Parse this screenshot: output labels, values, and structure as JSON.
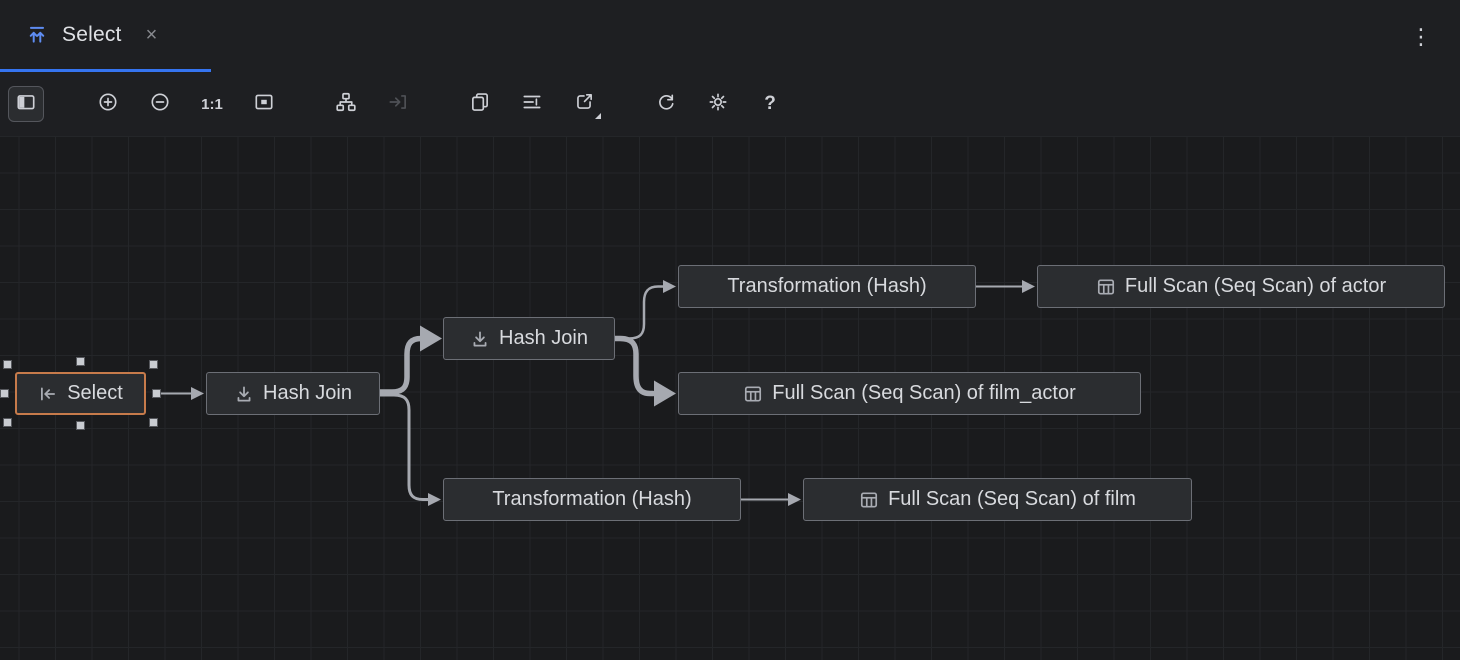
{
  "tab_bar": {
    "active_tab": {
      "label": "Select",
      "icon": "execution-plan-icon"
    },
    "close_label": "×",
    "overflow_menu": "⋮"
  },
  "toolbar": {
    "items": [
      {
        "name": "toggle-details-panel",
        "icon": "panel-left-icon",
        "active": true
      },
      {
        "name": "zoom-in",
        "icon": "zoom-in-icon"
      },
      {
        "name": "zoom-out",
        "icon": "zoom-out-icon"
      },
      {
        "name": "actual-size",
        "label": "1:1"
      },
      {
        "name": "fit-content",
        "icon": "fit-content-icon"
      },
      {
        "name": "apply-layout",
        "icon": "hierarchy-layout-icon"
      },
      {
        "name": "scroll-to-selection",
        "icon": "scroll-into-view-icon",
        "disabled": true
      },
      {
        "name": "copy-diagram",
        "icon": "copy-icon"
      },
      {
        "name": "show-plan-details",
        "icon": "list-icon"
      },
      {
        "name": "export-diagram",
        "icon": "export-icon",
        "has_dropdown": true
      },
      {
        "name": "refresh",
        "icon": "refresh-icon"
      },
      {
        "name": "settings",
        "icon": "gear-icon"
      },
      {
        "name": "help",
        "label": "?"
      }
    ]
  },
  "diagram": {
    "nodes": [
      {
        "id": "select",
        "label": "Select",
        "icon": "select-icon",
        "selected": true
      },
      {
        "id": "hash_join_1",
        "label": "Hash Join",
        "icon": "join-icon"
      },
      {
        "id": "hash_join_2",
        "label": "Hash Join",
        "icon": "join-icon"
      },
      {
        "id": "transformation_hash_1",
        "label": "Transformation (Hash)"
      },
      {
        "id": "full_scan_actor",
        "label": "Full Scan (Seq Scan) of actor",
        "icon": "table-icon"
      },
      {
        "id": "full_scan_film_actor",
        "label": "Full Scan (Seq Scan) of film_actor",
        "icon": "table-icon"
      },
      {
        "id": "transformation_hash_2",
        "label": "Transformation (Hash)"
      },
      {
        "id": "full_scan_film",
        "label": "Full Scan (Seq Scan) of film",
        "icon": "table-icon"
      }
    ],
    "edges": [
      {
        "from": "select",
        "to": "hash_join_1",
        "weight": "thin"
      },
      {
        "from": "hash_join_1",
        "to": "hash_join_2",
        "weight": "thick"
      },
      {
        "from": "hash_join_1",
        "to": "transformation_hash_2",
        "weight": "thin"
      },
      {
        "from": "hash_join_2",
        "to": "transformation_hash_1",
        "weight": "thin"
      },
      {
        "from": "hash_join_2",
        "to": "full_scan_film_actor",
        "weight": "thick"
      },
      {
        "from": "transformation_hash_1",
        "to": "full_scan_actor",
        "weight": "thin"
      },
      {
        "from": "transformation_hash_2",
        "to": "full_scan_film",
        "weight": "thin"
      }
    ]
  },
  "colors": {
    "accent_blue": "#3574F0",
    "selection_orange": "#C77B4B",
    "node_bg": "#2B2D30",
    "node_border": "#6C6F76",
    "edge": "#A6A9B0",
    "canvas_bg": "#1A1B1D",
    "chrome_bg": "#1E1F22"
  }
}
